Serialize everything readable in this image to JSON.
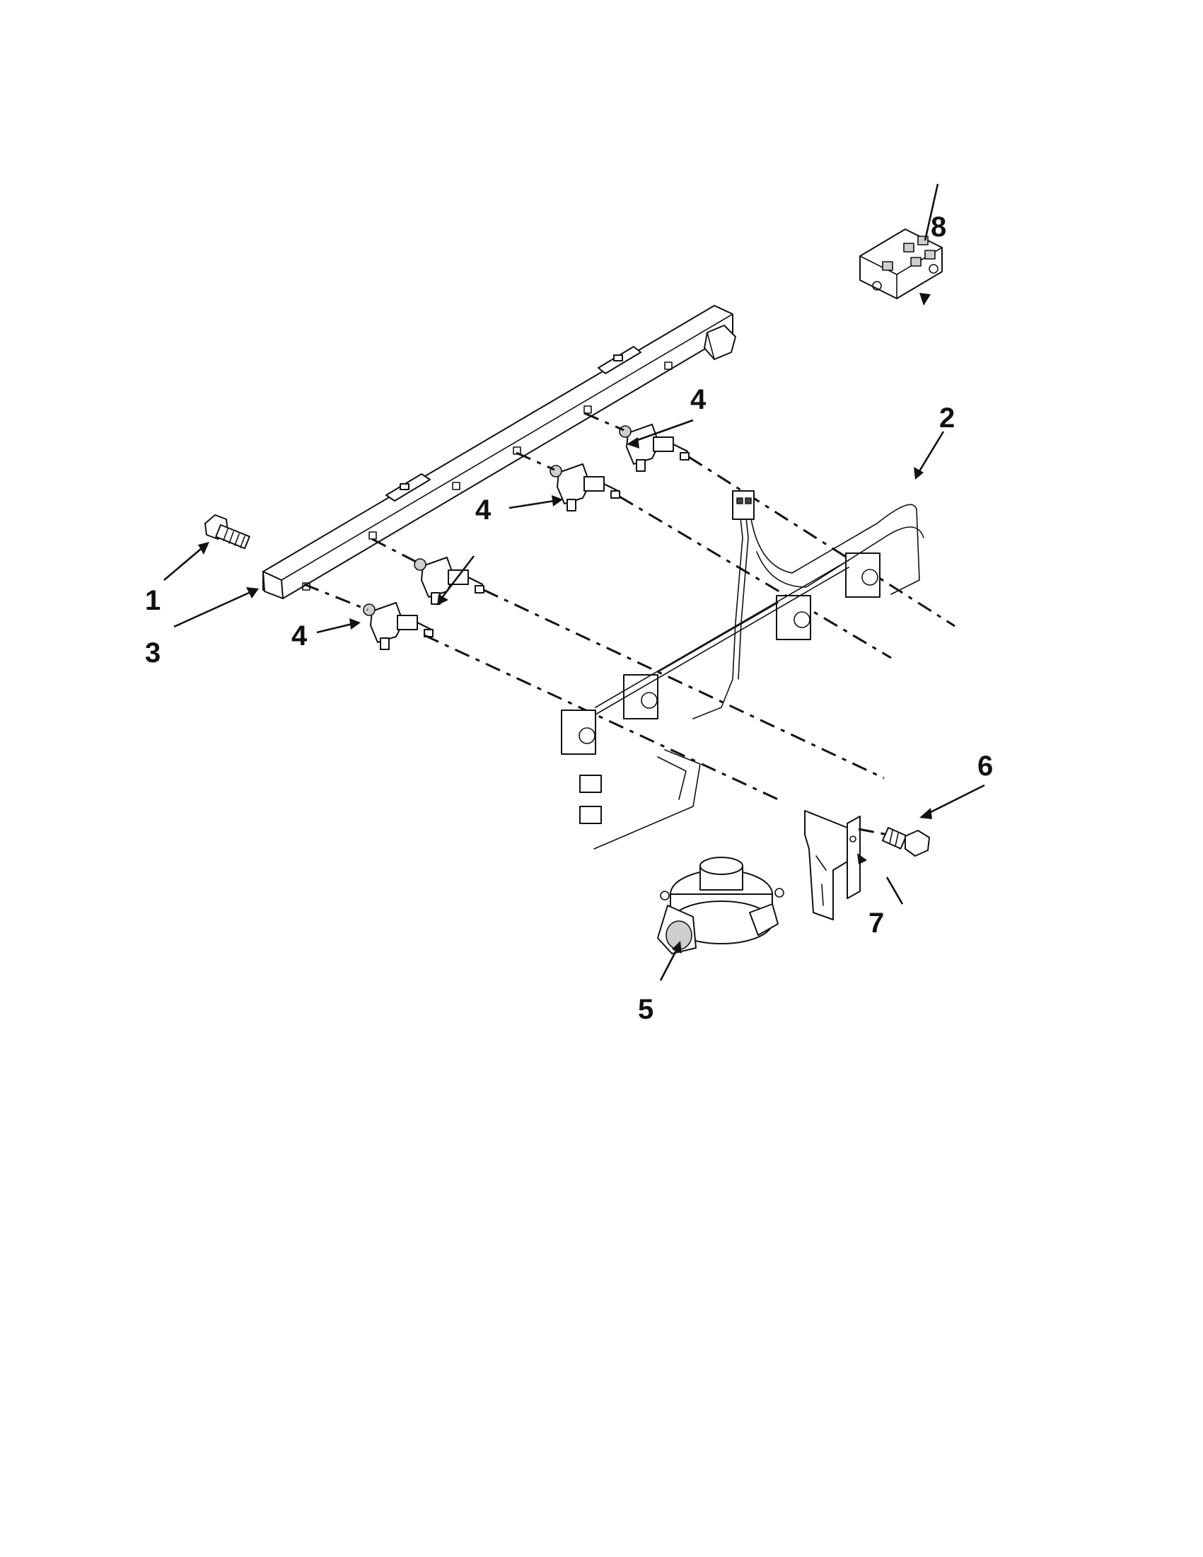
{
  "callouts": [
    {
      "id": "1",
      "label": "1"
    },
    {
      "id": "2",
      "label": "2"
    },
    {
      "id": "3",
      "label": "3"
    },
    {
      "id": "4a",
      "label": "4"
    },
    {
      "id": "4b",
      "label": "4"
    },
    {
      "id": "4c",
      "label": "4"
    },
    {
      "id": "4d",
      "label": "4"
    },
    {
      "id": "5",
      "label": "5"
    },
    {
      "id": "6",
      "label": "6"
    },
    {
      "id": "7",
      "label": "7"
    },
    {
      "id": "8",
      "label": "8"
    }
  ]
}
